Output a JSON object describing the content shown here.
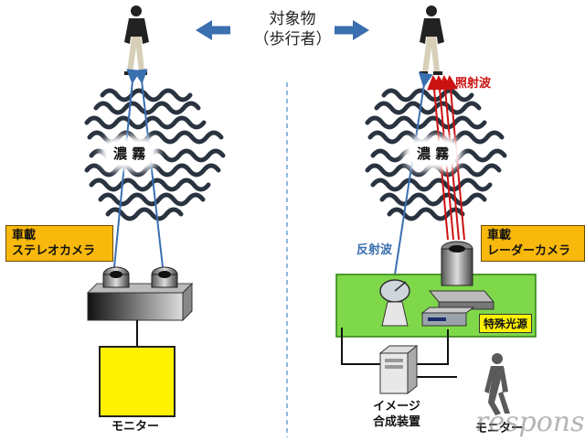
{
  "title": {
    "line1": "対象物",
    "line2": "（歩行者）"
  },
  "fog_label": "濃 霧",
  "left": {
    "camera_label_line1": "車載",
    "camera_label_line2": "ステレオカメラ",
    "monitor_caption": "モニター"
  },
  "right": {
    "irradiation_label": "照射波",
    "reflected_label": "反射波",
    "camera_label_line1": "車載",
    "camera_label_line2": "レーダーカメラ",
    "light_source_label": "特殊光源",
    "compositor_line1": "イメージ",
    "compositor_line2": "合成装置",
    "monitor_caption": "モニター"
  },
  "watermark": "response.",
  "colors": {
    "arrow_blue": "#3a6fb0",
    "wave_red": "#cc1111",
    "orange": "#f8b80c",
    "green": "#7fd84a",
    "yellow": "#fff200"
  }
}
